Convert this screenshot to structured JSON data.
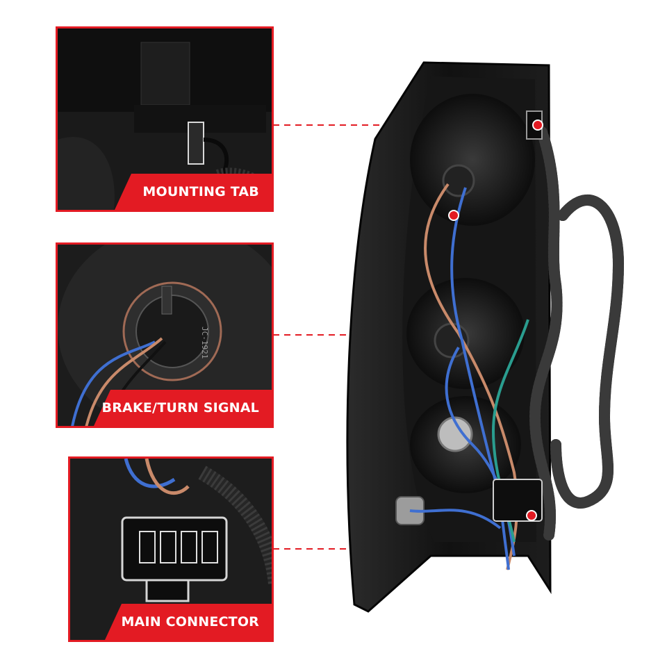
{
  "callouts": [
    {
      "label": "MOUNTING TAB"
    },
    {
      "label": "BRAKE/TURN SIGNAL"
    },
    {
      "label": "MAIN CONNECTOR"
    }
  ],
  "bulb_markings": {
    "socket_text": "JC-1921"
  },
  "colors": {
    "accent": "#e31b23",
    "housing": "#141414",
    "wire_blue": "#3f6fd1",
    "wire_tan": "#c98a6a",
    "wire_green": "#2a9d8f"
  }
}
